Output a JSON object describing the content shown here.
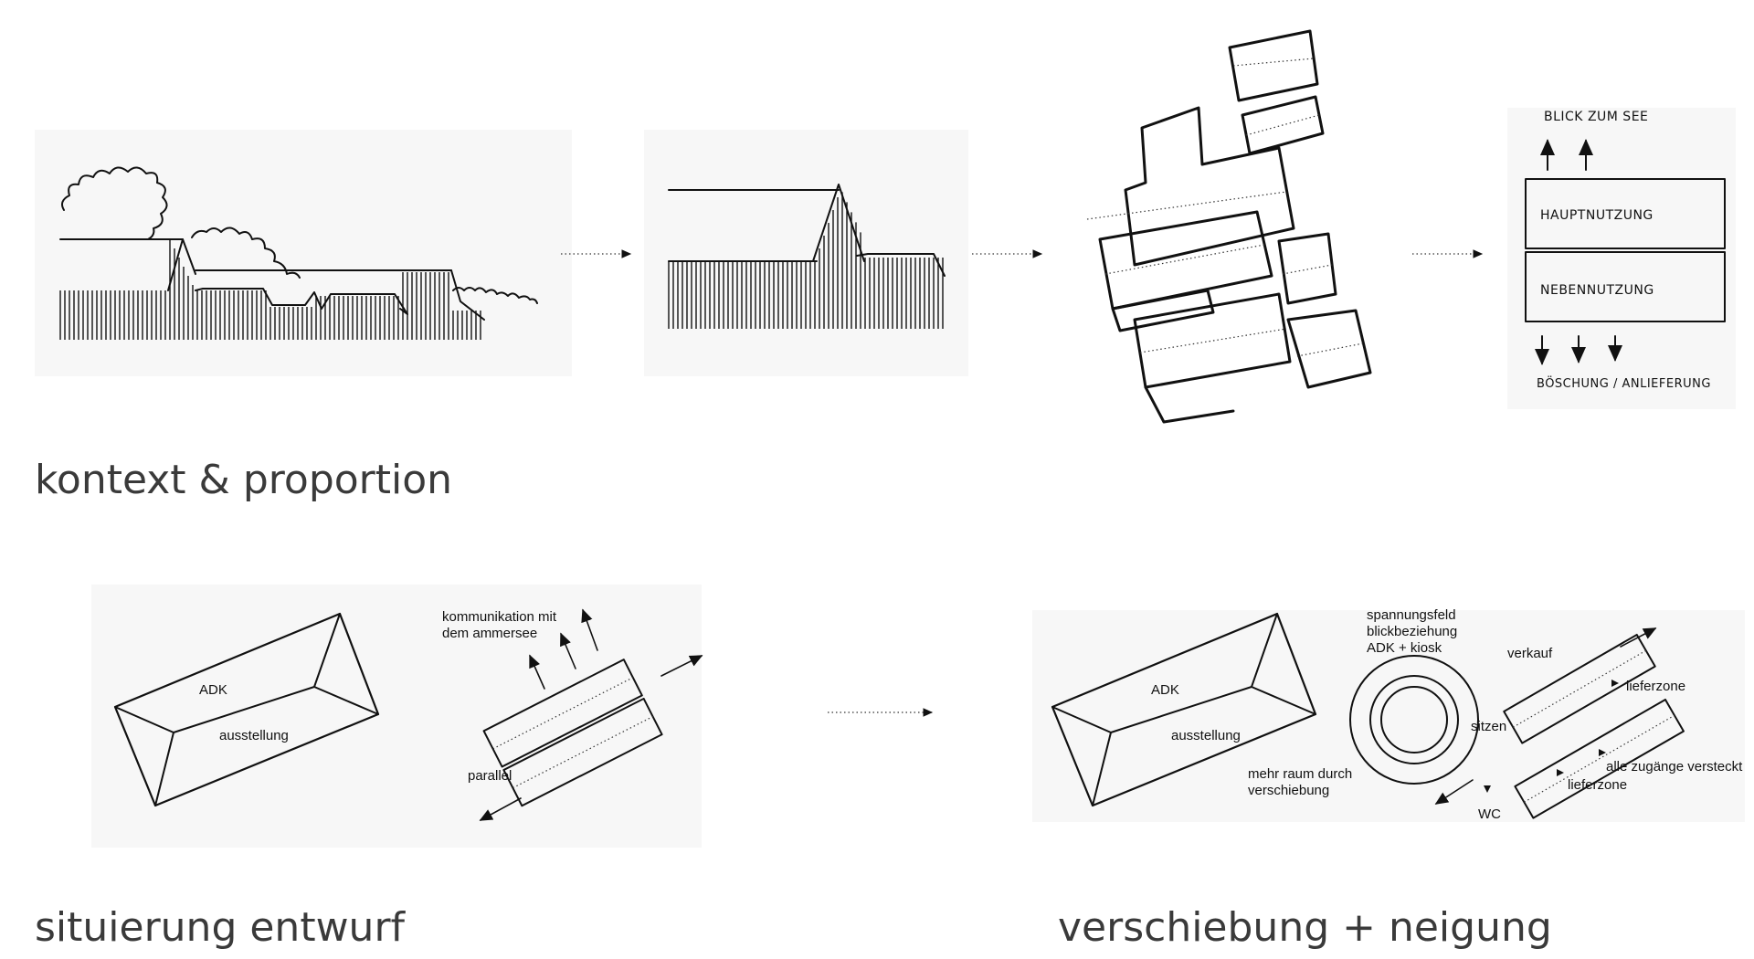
{
  "headings": {
    "top": "kontext & proportion",
    "bottom_left": "situierung entwurf",
    "bottom_right": "verschiebung + neigung"
  },
  "sketch_labels": {
    "view": "BLICK ZUM SEE",
    "main_use": "HAUPTNUTZUNG",
    "side_use": "NEBENNUTZUNG",
    "slope": "BÖSCHUNG / ANLIEFERUNG"
  },
  "situierung": {
    "adk": "ADK",
    "exhibition": "ausstellung",
    "communication_1": "kommunikation mit",
    "communication_2": "dem ammersee",
    "parallel": "parallel"
  },
  "verschiebung": {
    "adk": "ADK",
    "exhibition": "ausstellung",
    "field_1": "spannungsfeld",
    "field_2": "blickbeziehung",
    "field_3": "ADK + kiosk",
    "sale": "verkauf",
    "delivery_zone_1": "lieferzone",
    "sit": "sitzen",
    "hidden_access": "alle zugänge versteckt",
    "delivery_zone_2": "lieferzone",
    "more_space_1": "mehr raum durch",
    "more_space_2": "verschiebung",
    "wc": "WC"
  }
}
